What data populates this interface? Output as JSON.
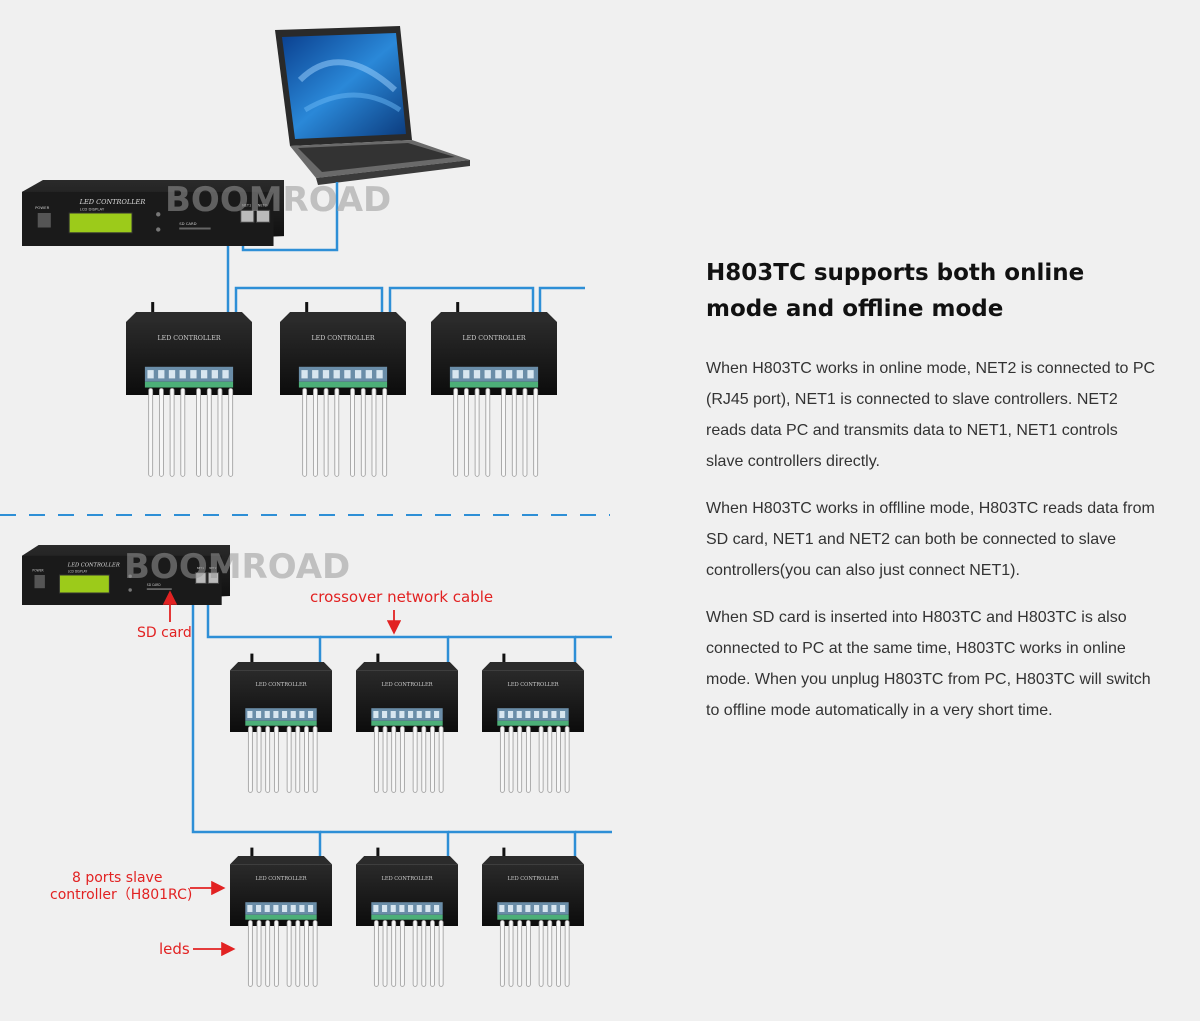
{
  "watermark": "BOOMROAD",
  "device_text": {
    "master_title": "LED CONTROLLER",
    "slave_title": "LED CONTROLLER",
    "power": "POWER",
    "lcd_label": "LCD DISPLAY",
    "sd_label": "SD CARD",
    "net1": "NET1",
    "net2": "NET2"
  },
  "labels": {
    "sd_card": "SD card",
    "crossover": "crossover network cable",
    "slave_line1": "8 ports slave",
    "slave_line2": "controller（H801RC)",
    "leds": "leds"
  },
  "heading": {
    "line1": "H803TC supports both online",
    "line2": "mode and offline mode"
  },
  "paragraphs": {
    "p1": "When H803TC works in online mode, NET2 is connected to PC (RJ45 port), NET1 is connected to slave controllers. NET2 reads data PC and transmits data to NET1, NET1 controls slave controllers directly.",
    "p2": "When H803TC works in offlline mode, H803TC reads data from SD card, NET1 and NET2 can both be connected to slave controllers(you can also just connect NET1).",
    "p3": "When SD card is inserted into H803TC and H803TC is also connected to PC at the same time, H803TC works in online mode. When you unplug H803TC from PC, H803TC will switch to offline mode automatically in a very short time."
  },
  "colors": {
    "cable": "#2e8fd6",
    "label_red": "#e22222",
    "device_body": "#141414"
  }
}
